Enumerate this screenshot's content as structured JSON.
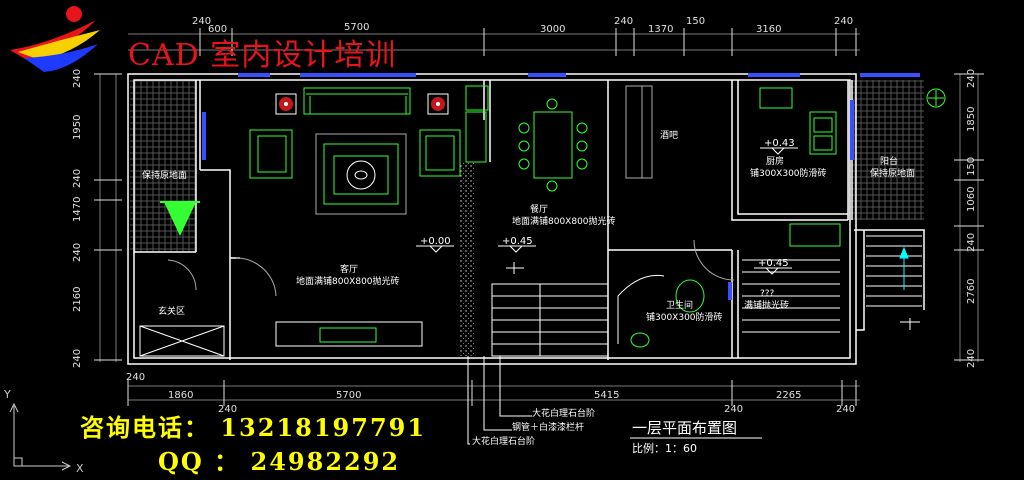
{
  "header": {
    "title": "CAD 室内设计培训",
    "phone": "咨询电话： 13218197791",
    "qq": "QQ ： 24982292"
  },
  "dims_top": [
    "240",
    "600",
    "5700",
    "3000",
    "240",
    "1370",
    "150",
    "3160",
    "240"
  ],
  "dims_bottom": [
    "240",
    "1860",
    "240",
    "5700",
    "5415",
    "240",
    "2265",
    "240"
  ],
  "dims_left": [
    "240",
    "1950",
    "240",
    "1470",
    "240",
    "2160",
    "240"
  ],
  "dims_right": [
    "240",
    "1850",
    "150",
    "1060",
    "240",
    "2760",
    "240"
  ],
  "rooms": {
    "keep_floor_left": "保持原地面",
    "entry": "玄关区",
    "living": "客厅",
    "living_floor": "地面满铺800X800抛光砖",
    "dining": "餐厅",
    "dining_floor": "地面满铺800X800抛光砖",
    "bar": "酒吧",
    "kitchen": "厨房",
    "kitchen_floor": "铺300X300防滑砖",
    "balcony": "阳台",
    "keep_floor_right": "保持原地面",
    "bath": "卫生间",
    "bath_floor": "铺300X300防滑砖",
    "unknown_room": "???",
    "unknown_floor": "满铺抛光砖"
  },
  "levels": {
    "living": "+0.00",
    "dining": "+0.45",
    "kitchen": "+0.43",
    "rear": "+0.45"
  },
  "callouts": {
    "c1": "大花白理石台阶",
    "c2": "钢管＋白漆漆栏杆",
    "c3": "大花白理石台阶"
  },
  "plan_title": "一层平面布置图",
  "plan_scale": "比例：1：60",
  "axis": {
    "y": "Y",
    "x": "X"
  },
  "colors": {
    "background": "#000000",
    "title_red": "#e8141b",
    "contact_yellow": "#ffff00",
    "wall": "#ffffff",
    "window": "#3a50ff",
    "furniture": "#33ff33",
    "dim_line": "#7a7a7a",
    "level_mark": "#00ffff"
  }
}
